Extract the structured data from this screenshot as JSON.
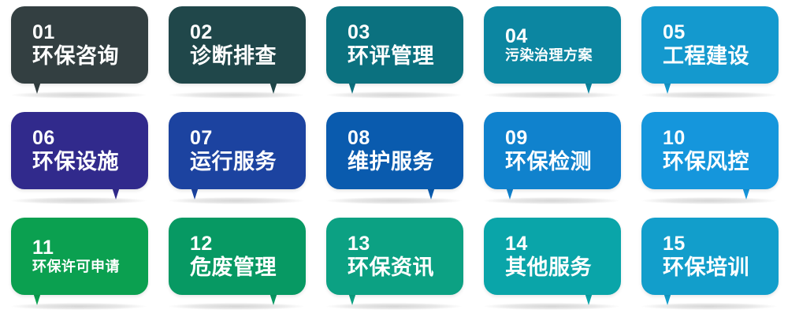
{
  "page": {
    "title": "环保服务分类导航",
    "background": "#ffffff",
    "layout": {
      "rows": 3,
      "columns": 5,
      "total_cards": 15
    }
  },
  "cards": [
    {
      "number": "01",
      "label": "环保咨询",
      "color": "#333f41",
      "tail": "left",
      "label_size": "lg"
    },
    {
      "number": "02",
      "label": "诊断排查",
      "color": "#20474a",
      "tail": "right",
      "label_size": "lg"
    },
    {
      "number": "03",
      "label": "环评管理",
      "color": "#0b717f",
      "tail": "left",
      "label_size": "lg"
    },
    {
      "number": "04",
      "label": "污染治理方案",
      "color": "#0c86a1",
      "tail": "right",
      "label_size": "sm"
    },
    {
      "number": "05",
      "label": "工程建设",
      "color": "#1499ce",
      "tail": "left",
      "label_size": "lg"
    },
    {
      "number": "06",
      "label": "环保设施",
      "color": "#312a8c",
      "tail": "right",
      "label_size": "lg"
    },
    {
      "number": "07",
      "label": "运行服务",
      "color": "#1c43a0",
      "tail": "left",
      "label_size": "lg"
    },
    {
      "number": "08",
      "label": "维护服务",
      "color": "#0a5bae",
      "tail": "right",
      "label_size": "lg"
    },
    {
      "number": "09",
      "label": "环保检测",
      "color": "#1082cd",
      "tail": "left",
      "label_size": "lg"
    },
    {
      "number": "10",
      "label": "环保风控",
      "color": "#1596dc",
      "tail": "right",
      "label_size": "lg"
    },
    {
      "number": "11",
      "label": "环保许可申请",
      "color": "#0ba050",
      "tail": "left",
      "label_size": "sm"
    },
    {
      "number": "12",
      "label": "危废管理",
      "color": "#079963",
      "tail": "right",
      "label_size": "lg"
    },
    {
      "number": "13",
      "label": "环保资讯",
      "color": "#0ca183",
      "tail": "left",
      "label_size": "lg"
    },
    {
      "number": "14",
      "label": "其他服务",
      "color": "#0aa5a9",
      "tail": "right",
      "label_size": "lg"
    },
    {
      "number": "15",
      "label": "环保培训",
      "color": "#129ecb",
      "tail": "left",
      "label_size": "lg"
    }
  ]
}
